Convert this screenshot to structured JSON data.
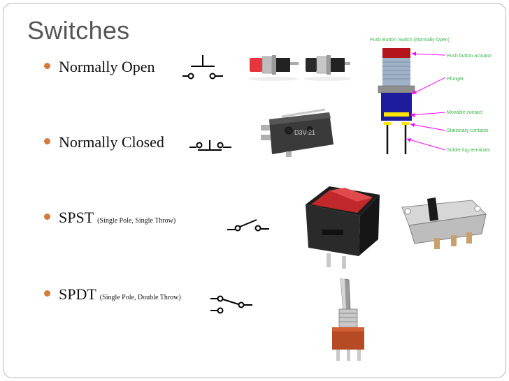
{
  "title": "Switches",
  "bullets": [
    {
      "label": "Normally Open",
      "sub": ""
    },
    {
      "label": "Normally Closed",
      "sub": ""
    },
    {
      "label": "SPST",
      "sub": "(Single Pole, Single Throw)"
    },
    {
      "label": "SPDT",
      "sub": "(Single Pole, Double Throw)"
    }
  ],
  "diagram": {
    "title": "Push Button Switch (Normally Open)",
    "labels": {
      "actuator": "Push button actuator",
      "plunger": "Plunger",
      "movable": "Movable contact",
      "stationary": "Stationary contacts",
      "terminals": "Solder lug terminals"
    }
  },
  "photos": {
    "micro_switch_marking": "D3V-21"
  },
  "colors": {
    "bullet": "#d8793a",
    "annotation": "#39b54a",
    "arrow": "#ff00ff",
    "actuator": "#b3151b",
    "plunger": "#1c1c9c",
    "contact": "#ffe600",
    "rocker": "#c0282b"
  }
}
